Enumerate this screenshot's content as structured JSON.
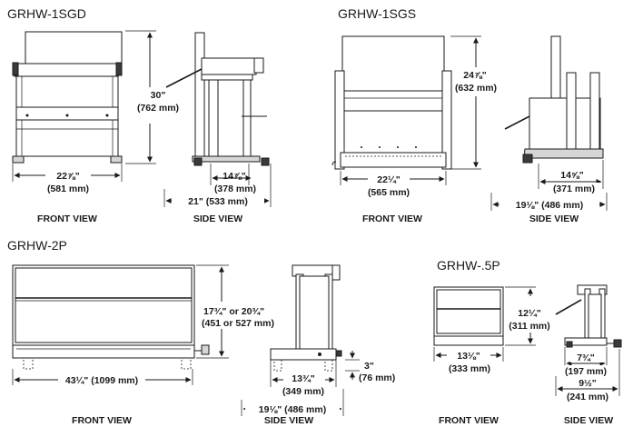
{
  "models": {
    "sgd": {
      "title": "GRHW-1SGD",
      "height_in": "30\"",
      "height_mm": "(762 mm)",
      "front_width_in": "22⅞\"",
      "front_width_mm": "(581 mm)",
      "side_depth_in": "14⅞\"",
      "side_depth_mm": "(378 mm)",
      "side_overall": "21\" (533 mm)",
      "front_label": "FRONT VIEW",
      "side_label": "SIDE VIEW"
    },
    "sgs": {
      "title": "GRHW-1SGS",
      "height_in": "24⅞\"",
      "height_mm": "(632 mm)",
      "front_width_in": "22¼\"",
      "front_width_mm": "(565 mm)",
      "side_depth_in": "14⅝\"",
      "side_depth_mm": "(371 mm)",
      "side_overall": "19⅛\" (486 mm)",
      "front_label": "FRONT VIEW",
      "side_label": "SIDE VIEW"
    },
    "p2": {
      "title": "GRHW-2P",
      "height_in": "17¾\" or 20¾\"",
      "height_mm": "(451 or 527 mm)",
      "front_width": "43¼\" (1099 mm)",
      "side_depth_in": "13¾\"",
      "side_depth_mm": "(349 mm)",
      "side_overall": "19⅛\" (486 mm)",
      "leg_in": "3\"",
      "leg_mm": "(76 mm)",
      "front_label": "FRONT VIEW",
      "side_label": "SIDE VIEW"
    },
    "p5": {
      "title": "GRHW-.5P",
      "height_in": "12¼\"",
      "height_mm": "(311 mm)",
      "front_width_in": "13⅛\"",
      "front_width_mm": "(333 mm)",
      "side_depth_in": "7¾\"",
      "side_depth_mm": "(197 mm)",
      "side_overall_in": "9½\"",
      "side_overall_mm": "(241 mm)",
      "front_label": "FRONT VIEW",
      "side_label": "SIDE VIEW"
    }
  }
}
